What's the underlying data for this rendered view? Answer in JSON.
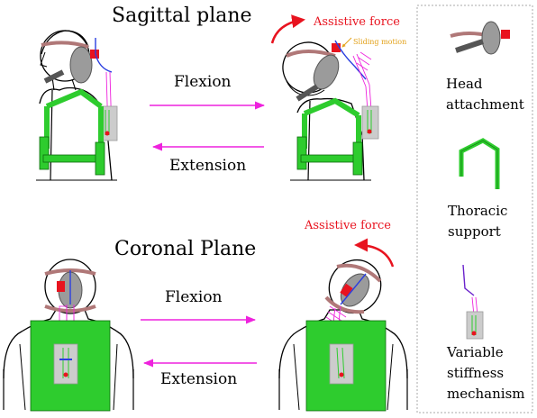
{
  "titles": {
    "sagittal": "Sagittal plane",
    "coronal": "Coronal Plane"
  },
  "motions": {
    "flexion": "Flexion",
    "extension": "Extension"
  },
  "annotations": {
    "assistive_force": "Assistive force",
    "sliding_motion": "Sliding motion"
  },
  "legend": {
    "head_attachment": [
      "Head",
      "attachment"
    ],
    "thoracic_support": [
      "Thoracic",
      "support"
    ],
    "variable_stiffness": [
      "Variable",
      "stiffness",
      "mechanism"
    ]
  },
  "colors": {
    "support_green": "#2ecc2e",
    "green_outline": "#0c6a0c",
    "arrow_magenta": "#ee22dd",
    "force_red": "#e8131f",
    "sliding_orange": "#e3a21a",
    "attachment_gray": "#9b9b9b",
    "strap_brown": "#b07878",
    "cable_blue": "#2a3ee0",
    "legend_border": "#aaaaaa"
  }
}
